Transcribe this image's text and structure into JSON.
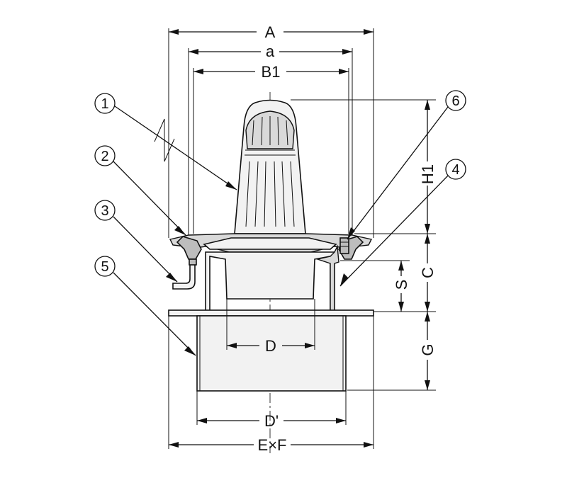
{
  "dimensions": {
    "A": "A",
    "a": "a",
    "B1": "B1",
    "H1": "H1",
    "C": "C",
    "S": "S",
    "G": "G",
    "D": "D",
    "D_prime": "D'",
    "ExF": "E×F"
  },
  "callouts": [
    {
      "id": "1",
      "label": "1"
    },
    {
      "id": "2",
      "label": "2"
    },
    {
      "id": "3",
      "label": "3"
    },
    {
      "id": "4",
      "label": "4"
    },
    {
      "id": "5",
      "label": "5"
    },
    {
      "id": "6",
      "label": "6"
    }
  ]
}
